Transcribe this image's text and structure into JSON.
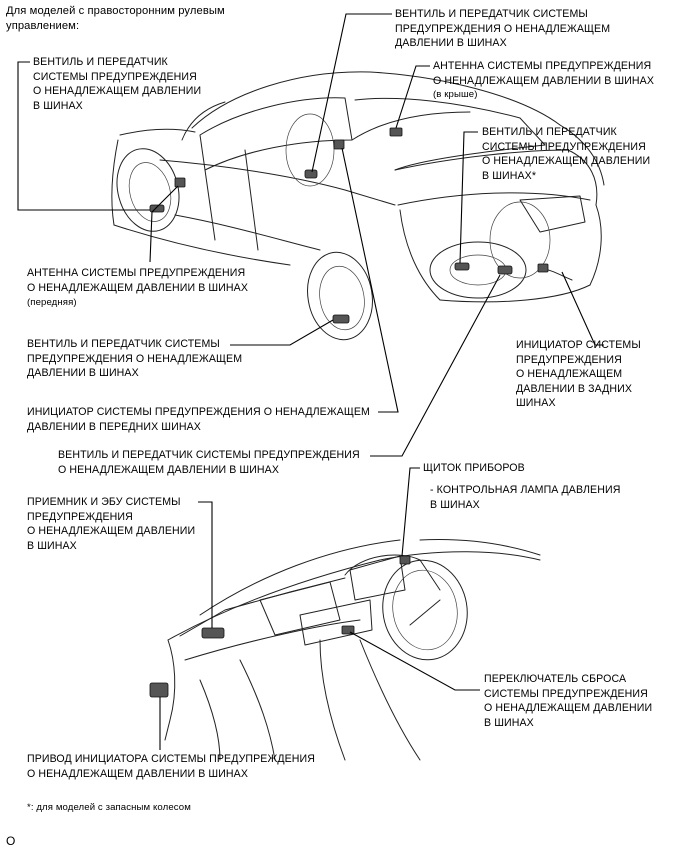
{
  "header": "Для моделей с правосторонним рулевым\nуправлением:",
  "labels": {
    "valve_front_left": "ВЕНТИЛЬ И ПЕРЕДАТЧИК\nСИСТЕМЫ ПРЕДУПРЕЖДЕНИЯ\nО НЕНАДЛЕЖАЩЕМ ДАВЛЕНИИ\nВ ШИНАХ",
    "valve_top_center": "ВЕНТИЛЬ И ПЕРЕДАТЧИК СИСТЕМЫ\nПРЕДУПРЕЖДЕНИЯ О НЕНАДЛЕЖАЩЕМ\nДАВЛЕНИИ В ШИНАХ",
    "antenna_roof": "АНТЕННА СИСТЕМЫ ПРЕДУПРЕЖДЕНИЯ\nО НЕНАДЛЕЖАЩЕМ ДАВЛЕНИИ В ШИНАХ",
    "antenna_roof_note": "(в крыше)",
    "valve_spare": "ВЕНТИЛЬ И ПЕРЕДАТЧИК\nСИСТЕМЫ ПРЕДУПРЕЖДЕНИЯ\nО НЕНАДЛЕЖАЩЕМ ДАВЛЕНИИ\nВ ШИНАХ*",
    "antenna_front": "АНТЕННА СИСТЕМЫ ПРЕДУПРЕЖДЕНИЯ\nО НЕНАДЛЕЖАЩЕМ ДАВЛЕНИИ В ШИНАХ",
    "antenna_front_note": "(передняя)",
    "valve_rear_left": "ВЕНТИЛЬ И ПЕРЕДАТЧИК СИСТЕМЫ\nПРЕДУПРЕЖДЕНИЯ О НЕНАДЛЕЖАЩЕМ\nДАВЛЕНИИ В ШИНАХ",
    "initiator_rear": "ИНИЦИАТОР СИСТЕМЫ\nПРЕДУПРЕЖДЕНИЯ\nО НЕНАДЛЕЖАЩЕМ\nДАВЛЕНИИ В ЗАДНИХ\nШИНАХ",
    "initiator_front": "ИНИЦИАТОР СИСТЕМЫ ПРЕДУПРЕЖДЕНИЯ О НЕНАДЛЕЖАЩЕМ\nДАВЛЕНИИ В ПЕРЕДНИХ ШИНАХ",
    "valve_rear_right": "ВЕНТИЛЬ И ПЕРЕДАТЧИК СИСТЕМЫ ПРЕДУПРЕЖДЕНИЯ\nО НЕНАДЛЕЖАЩЕМ ДАВЛЕНИИ В ШИНАХ",
    "meter": "ЩИТОК ПРИБОРОВ",
    "meter_lamp": "- КОНТРОЛЬНАЯ ЛАМПА ДАВЛЕНИЯ\nВ ШИНАХ",
    "receiver_ecu": "ПРИЕМНИК И ЭБУ СИСТЕМЫ\nПРЕДУПРЕЖДЕНИЯ\nО НЕНАДЛЕЖАЩЕМ ДАВЛЕНИИ\nВ ШИНАХ",
    "reset_switch": "ПЕРЕКЛЮЧАТЕЛЬ СБРОСА\nСИСТЕМЫ ПРЕДУПРЕЖДЕНИЯ\nО НЕНАДЛЕЖАЩЕМ ДАВЛЕНИИ\nВ ШИНАХ",
    "initiator_driver": "ПРИВОД ИНИЦИАТОРА СИСТЕМЫ ПРЕДУПРЕЖДЕНИЯ\nО НЕНАДЛЕЖАЩЕМ ДАВЛЕНИИ В ШИНАХ"
  },
  "footnote": "*: для моделей с запасным колесом",
  "page_mark": "O"
}
